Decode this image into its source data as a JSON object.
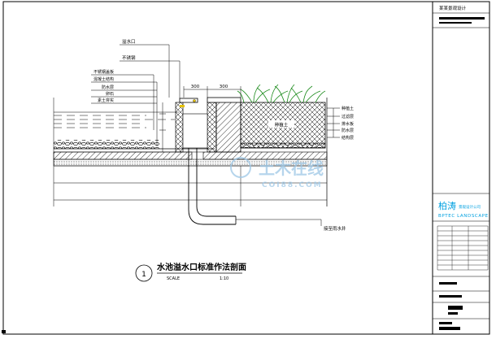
{
  "drawing": {
    "title": "水池溢水口标准作法剖面",
    "detail_number": "1",
    "scale_label": "SCALE",
    "scale_value": "1:10",
    "background": "#ffffff",
    "line_color": "#000000",
    "accent_color": "#00a0e0"
  },
  "watermark": {
    "brand": "土木在线",
    "site": "COI88.COM",
    "color": "#9ec8e6"
  },
  "dimensions": {
    "d1": "300",
    "d2": "300"
  },
  "left_callouts": [
    "不锈钢盖板",
    "混凝土结构",
    "防水层",
    "卵石",
    "素土夯实"
  ],
  "top_callouts": [
    "溢水口",
    "不锈钢"
  ],
  "right_callouts": [
    "种植土",
    "过滤层",
    "排水板",
    "防水层",
    "结构层"
  ],
  "bottom_callout": "接至雨水井",
  "planting_label": "种植土",
  "title_block": {
    "top_text": "某某景观设计",
    "company_cn": "柏涛",
    "company_cn_sub": "景观设计公司",
    "company_en": "BPTEC LANDSCAPE"
  }
}
